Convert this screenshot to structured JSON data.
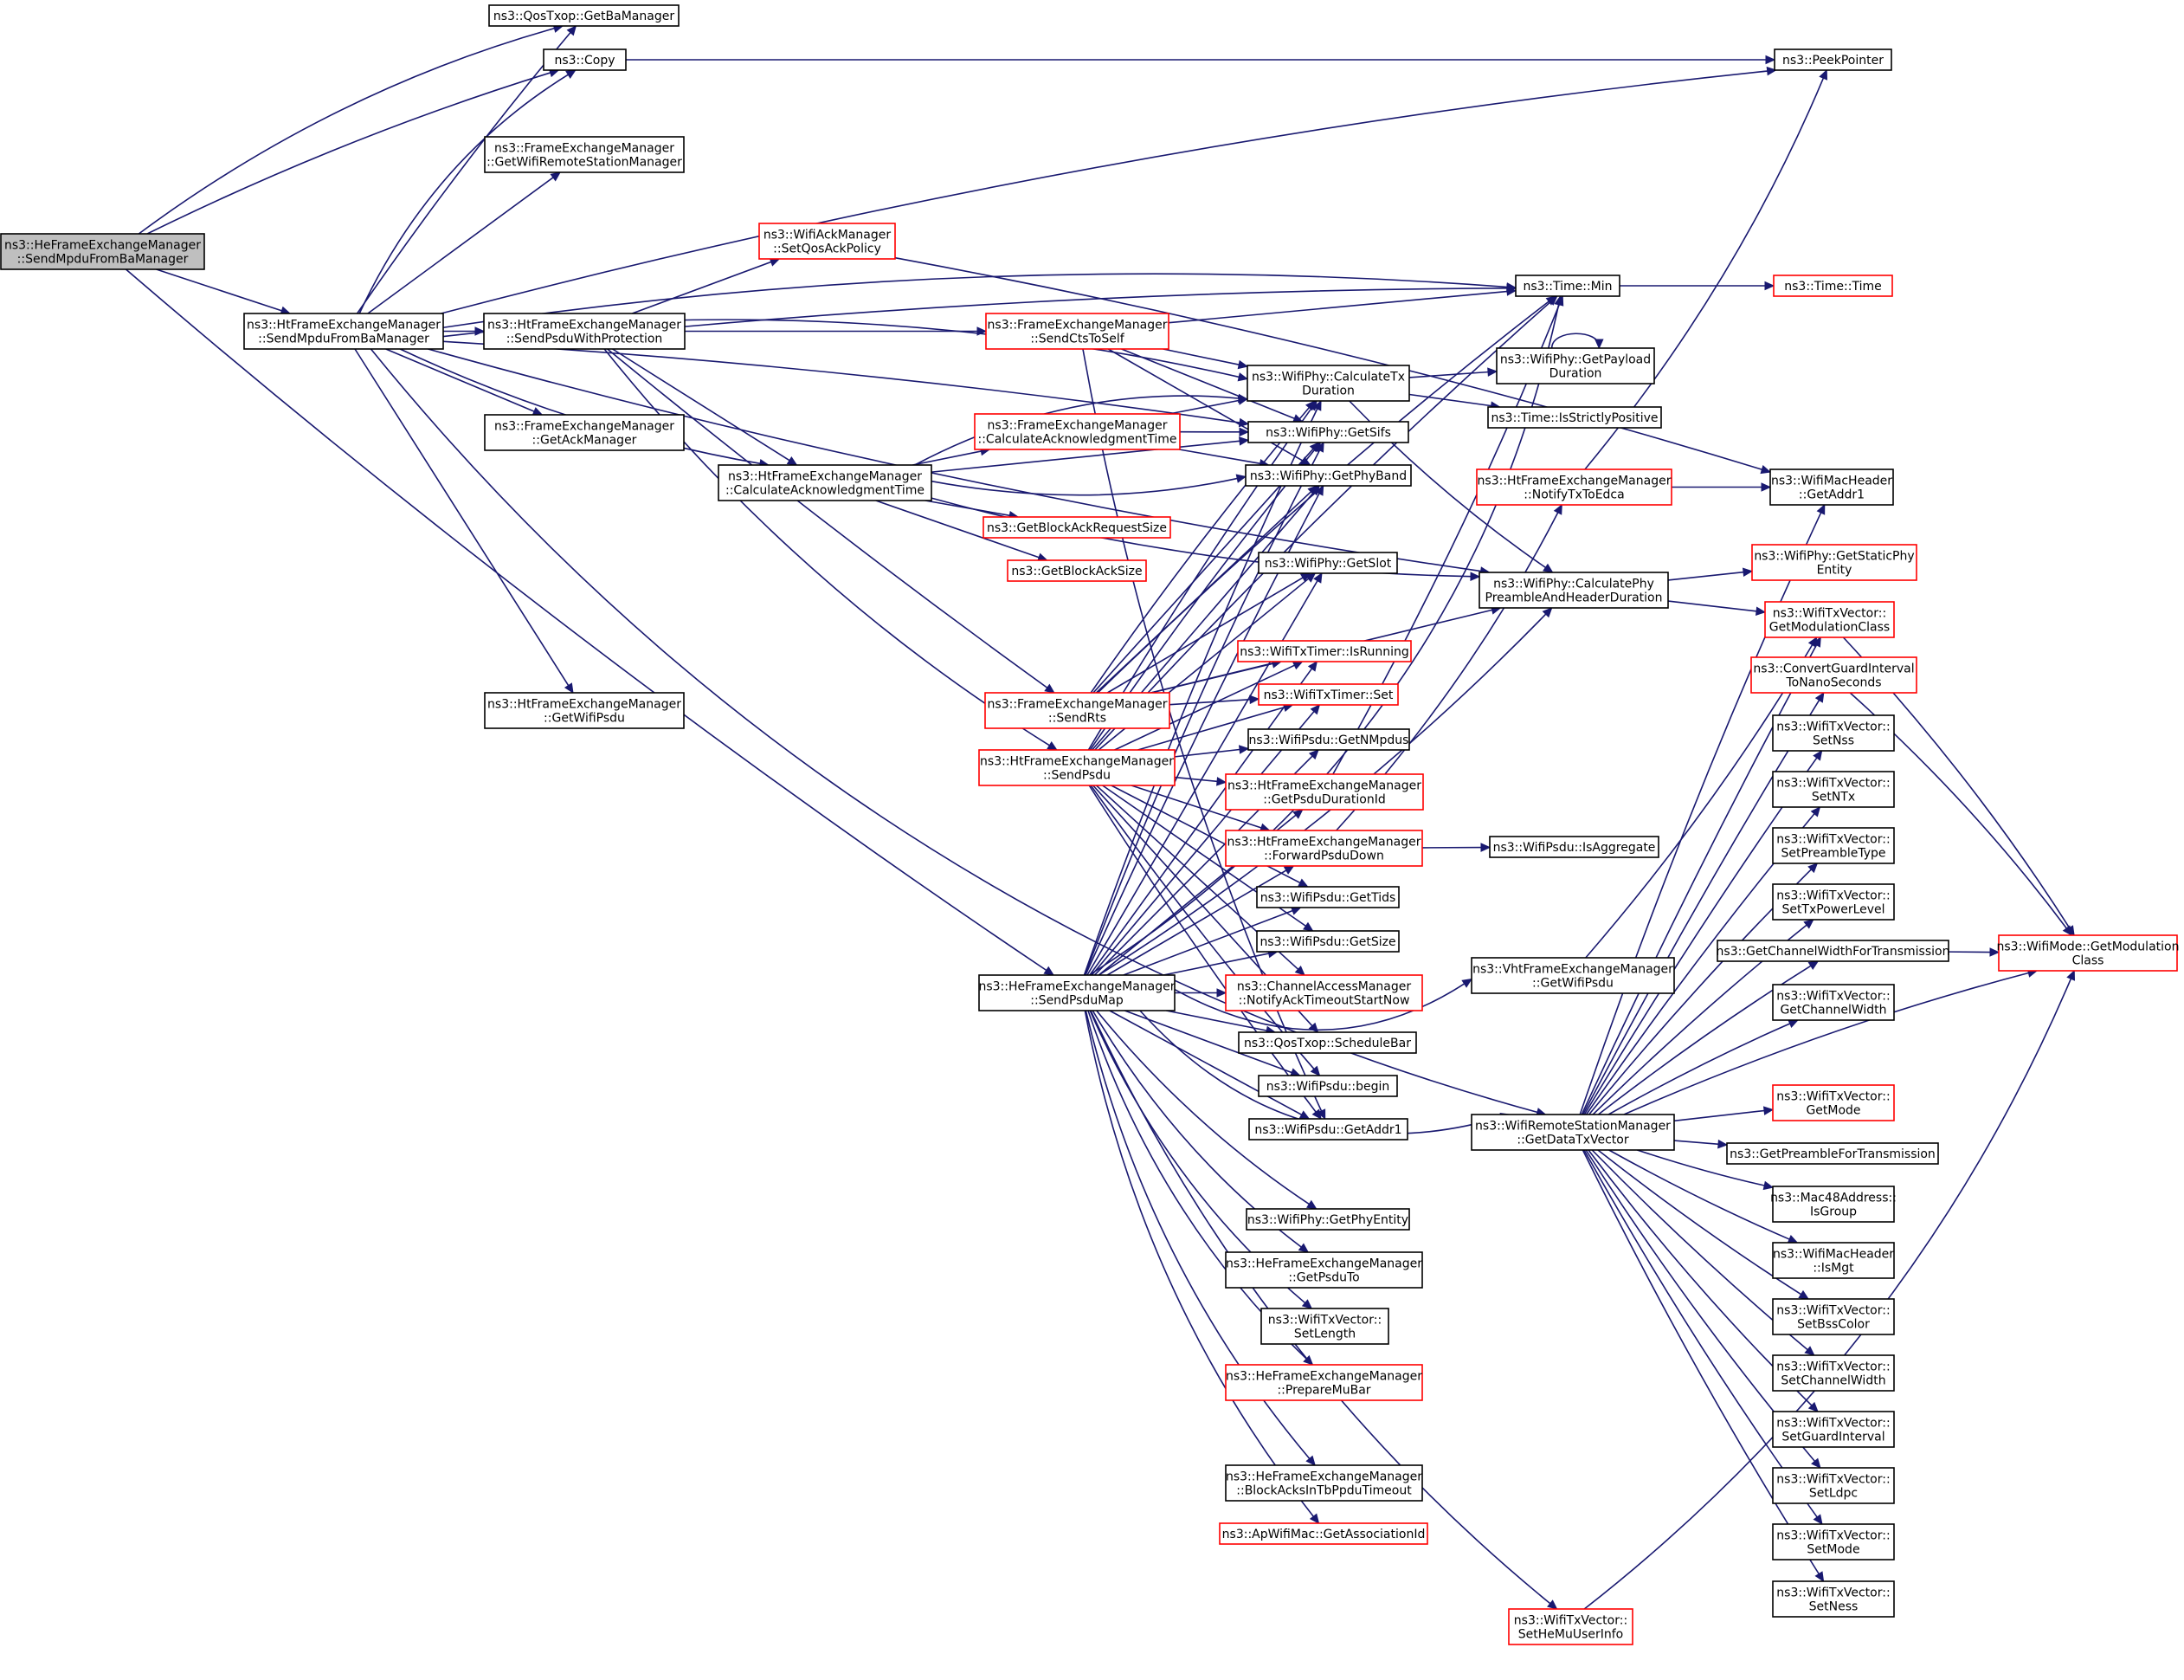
{
  "colors": {
    "edge": "#191970",
    "border_normal": "#000000",
    "border_link": "#ff0000",
    "root_fill": "#bfbfbf",
    "fill": "#ffffff"
  },
  "nodes": [
    {
      "id": "root",
      "lines": [
        "ns3::HeFrameExchangeManager",
        "::SendMpduFromBaManager"
      ],
      "style": "root"
    },
    {
      "id": "getBaManager",
      "lines": [
        "ns3::QosTxop::GetBaManager"
      ],
      "style": "normal"
    },
    {
      "id": "copy",
      "lines": [
        "ns3::Copy"
      ],
      "style": "normal"
    },
    {
      "id": "peekPointer",
      "lines": [
        "ns3::PeekPointer"
      ],
      "style": "normal"
    },
    {
      "id": "getWrsm",
      "lines": [
        "ns3::FrameExchangeManager",
        "::GetWifiRemoteStationManager"
      ],
      "style": "normal"
    },
    {
      "id": "htSendMpdu",
      "lines": [
        "ns3::HtFrameExchangeManager",
        "::SendMpduFromBaManager"
      ],
      "style": "normal"
    },
    {
      "id": "setQosAck",
      "lines": [
        "ns3::WifiAckManager",
        "::SetQosAckPolicy"
      ],
      "style": "link"
    },
    {
      "id": "htSendPsduProt",
      "lines": [
        "ns3::HtFrameExchangeManager",
        "::SendPsduWithProtection"
      ],
      "style": "normal"
    },
    {
      "id": "sendCts",
      "lines": [
        "ns3::FrameExchangeManager",
        "::SendCtsToSelf"
      ],
      "style": "link"
    },
    {
      "id": "timeMin",
      "lines": [
        "ns3::Time::Min"
      ],
      "style": "normal"
    },
    {
      "id": "timeTime",
      "lines": [
        "ns3::Time::Time"
      ],
      "style": "link"
    },
    {
      "id": "calcTx",
      "lines": [
        "ns3::WifiPhy::CalculateTx",
        "Duration"
      ],
      "style": "normal"
    },
    {
      "id": "getPayload",
      "lines": [
        "ns3::WifiPhy::GetPayload",
        "Duration"
      ],
      "style": "normal"
    },
    {
      "id": "isStrictly",
      "lines": [
        "ns3::Time::IsStrictlyPositive"
      ],
      "style": "normal"
    },
    {
      "id": "getAckMgr",
      "lines": [
        "ns3::FrameExchangeManager",
        "::GetAckManager"
      ],
      "style": "normal"
    },
    {
      "id": "feCalcAck",
      "lines": [
        "ns3::FrameExchangeManager",
        "::CalculateAcknowledgmentTime"
      ],
      "style": "link"
    },
    {
      "id": "getSifs",
      "lines": [
        "ns3::WifiPhy::GetSifs"
      ],
      "style": "normal"
    },
    {
      "id": "getPhyBand",
      "lines": [
        "ns3::WifiPhy::GetPhyBand"
      ],
      "style": "normal"
    },
    {
      "id": "htCalcAck",
      "lines": [
        "ns3::HtFrameExchangeManager",
        "::CalculateAcknowledgmentTime"
      ],
      "style": "normal"
    },
    {
      "id": "notifyEdca",
      "lines": [
        "ns3::HtFrameExchangeManager",
        "::NotifyTxToEdca"
      ],
      "style": "link"
    },
    {
      "id": "getAddr1",
      "lines": [
        "ns3::WifiMacHeader",
        "::GetAddr1"
      ],
      "style": "normal"
    },
    {
      "id": "getBarSize",
      "lines": [
        "ns3::GetBlockAckRequestSize"
      ],
      "style": "link"
    },
    {
      "id": "getBaSize",
      "lines": [
        "ns3::GetBlockAckSize"
      ],
      "style": "link"
    },
    {
      "id": "getSlot",
      "lines": [
        "ns3::WifiPhy::GetSlot"
      ],
      "style": "normal"
    },
    {
      "id": "getStaticPhy",
      "lines": [
        "ns3::WifiPhy::GetStaticPhy",
        "Entity"
      ],
      "style": "link"
    },
    {
      "id": "calcPhyPre",
      "lines": [
        "ns3::WifiPhy::CalculatePhy",
        "PreambleAndHeaderDuration"
      ],
      "style": "normal"
    },
    {
      "id": "getModClassTx",
      "lines": [
        "ns3::WifiTxVector::",
        "GetModulationClass"
      ],
      "style": "link"
    },
    {
      "id": "isRunning",
      "lines": [
        "ns3::WifiTxTimer::IsRunning"
      ],
      "style": "link"
    },
    {
      "id": "convertGi",
      "lines": [
        "ns3::ConvertGuardInterval",
        "ToNanoSeconds"
      ],
      "style": "link"
    },
    {
      "id": "timerSet",
      "lines": [
        "ns3::WifiTxTimer::Set"
      ],
      "style": "link"
    },
    {
      "id": "sendRts",
      "lines": [
        "ns3::FrameExchangeManager",
        "::SendRts"
      ],
      "style": "link"
    },
    {
      "id": "getWifiPsduHt",
      "lines": [
        "ns3::HtFrameExchangeManager",
        "::GetWifiPsdu"
      ],
      "style": "normal"
    },
    {
      "id": "setNss",
      "lines": [
        "ns3::WifiTxVector::",
        "SetNss"
      ],
      "style": "normal"
    },
    {
      "id": "getNMpdus",
      "lines": [
        "ns3::WifiPsdu::GetNMpdus"
      ],
      "style": "normal"
    },
    {
      "id": "htSendPsdu",
      "lines": [
        "ns3::HtFrameExchangeManager",
        "::SendPsdu"
      ],
      "style": "link"
    },
    {
      "id": "getPsduDur",
      "lines": [
        "ns3::HtFrameExchangeManager",
        "::GetPsduDurationId"
      ],
      "style": "link"
    },
    {
      "id": "setNTx",
      "lines": [
        "ns3::WifiTxVector::",
        "SetNTx"
      ],
      "style": "normal"
    },
    {
      "id": "fwdPsdu",
      "lines": [
        "ns3::HtFrameExchangeManager",
        "::ForwardPsduDown"
      ],
      "style": "link"
    },
    {
      "id": "isAggregate",
      "lines": [
        "ns3::WifiPsdu::IsAggregate"
      ],
      "style": "normal"
    },
    {
      "id": "setPreamble",
      "lines": [
        "ns3::WifiTxVector::",
        "SetPreambleType"
      ],
      "style": "normal"
    },
    {
      "id": "getTids",
      "lines": [
        "ns3::WifiPsdu::GetTids"
      ],
      "style": "normal"
    },
    {
      "id": "setTxPower",
      "lines": [
        "ns3::WifiTxVector::",
        "SetTxPowerLevel"
      ],
      "style": "normal"
    },
    {
      "id": "getSize",
      "lines": [
        "ns3::WifiPsdu::GetSize"
      ],
      "style": "normal"
    },
    {
      "id": "vhtGetPsdu",
      "lines": [
        "ns3::VhtFrameExchangeManager",
        "::GetWifiPsdu"
      ],
      "style": "normal"
    },
    {
      "id": "getChWidthTx",
      "lines": [
        "ns3::GetChannelWidthForTransmission"
      ],
      "style": "normal"
    },
    {
      "id": "modeGetModClass",
      "lines": [
        "ns3::WifiMode::GetModulation",
        "Class"
      ],
      "style": "link"
    },
    {
      "id": "heSendPsduMap",
      "lines": [
        "ns3::HeFrameExchangeManager",
        "::SendPsduMap"
      ],
      "style": "normal"
    },
    {
      "id": "notifyAckTo",
      "lines": [
        "ns3::ChannelAccessManager",
        "::NotifyAckTimeoutStartNow"
      ],
      "style": "link"
    },
    {
      "id": "getChWidth",
      "lines": [
        "ns3::WifiTxVector::",
        "GetChannelWidth"
      ],
      "style": "normal"
    },
    {
      "id": "scheduleBar",
      "lines": [
        "ns3::QosTxop::ScheduleBar"
      ],
      "style": "normal"
    },
    {
      "id": "psduBegin",
      "lines": [
        "ns3::WifiPsdu::begin"
      ],
      "style": "normal"
    },
    {
      "id": "getMode",
      "lines": [
        "ns3::WifiTxVector::",
        "GetMode"
      ],
      "style": "link"
    },
    {
      "id": "getDataTx",
      "lines": [
        "ns3::WifiRemoteStationManager",
        "::GetDataTxVector"
      ],
      "style": "normal"
    },
    {
      "id": "psduAddr1",
      "lines": [
        "ns3::WifiPsdu::GetAddr1"
      ],
      "style": "normal"
    },
    {
      "id": "getPreambleTx",
      "lines": [
        "ns3::GetPreambleForTransmission"
      ],
      "style": "normal"
    },
    {
      "id": "isGroup",
      "lines": [
        "ns3::Mac48Address::",
        "IsGroup"
      ],
      "style": "normal"
    },
    {
      "id": "getPhyEntity",
      "lines": [
        "ns3::WifiPhy::GetPhyEntity"
      ],
      "style": "normal"
    },
    {
      "id": "isMgt",
      "lines": [
        "ns3::WifiMacHeader",
        "::IsMgt"
      ],
      "style": "normal"
    },
    {
      "id": "getPsduTo",
      "lines": [
        "ns3::HeFrameExchangeManager",
        "::GetPsduTo"
      ],
      "style": "normal"
    },
    {
      "id": "setLength",
      "lines": [
        "ns3::WifiTxVector::",
        "SetLength"
      ],
      "style": "normal"
    },
    {
      "id": "setBss",
      "lines": [
        "ns3::WifiTxVector::",
        "SetBssColor"
      ],
      "style": "normal"
    },
    {
      "id": "prepMuBar",
      "lines": [
        "ns3::HeFrameExchangeManager",
        "::PrepareMuBar"
      ],
      "style": "link"
    },
    {
      "id": "setChWidth",
      "lines": [
        "ns3::WifiTxVector::",
        "SetChannelWidth"
      ],
      "style": "normal"
    },
    {
      "id": "setGi",
      "lines": [
        "ns3::WifiTxVector::",
        "SetGuardInterval"
      ],
      "style": "normal"
    },
    {
      "id": "blockAcks",
      "lines": [
        "ns3::HeFrameExchangeManager",
        "::BlockAcksInTbPpduTimeout"
      ],
      "style": "normal"
    },
    {
      "id": "setLdpc",
      "lines": [
        "ns3::WifiTxVector::",
        "SetLdpc"
      ],
      "style": "normal"
    },
    {
      "id": "getAid",
      "lines": [
        "ns3::ApWifiMac::GetAssociationId"
      ],
      "style": "link"
    },
    {
      "id": "setMode",
      "lines": [
        "ns3::WifiTxVector::",
        "SetMode"
      ],
      "style": "normal"
    },
    {
      "id": "setNess",
      "lines": [
        "ns3::WifiTxVector::",
        "SetNess"
      ],
      "style": "normal"
    },
    {
      "id": "setHeMu",
      "lines": [
        "ns3::WifiTxVector::",
        "SetHeMuUserInfo"
      ],
      "style": "link"
    }
  ]
}
